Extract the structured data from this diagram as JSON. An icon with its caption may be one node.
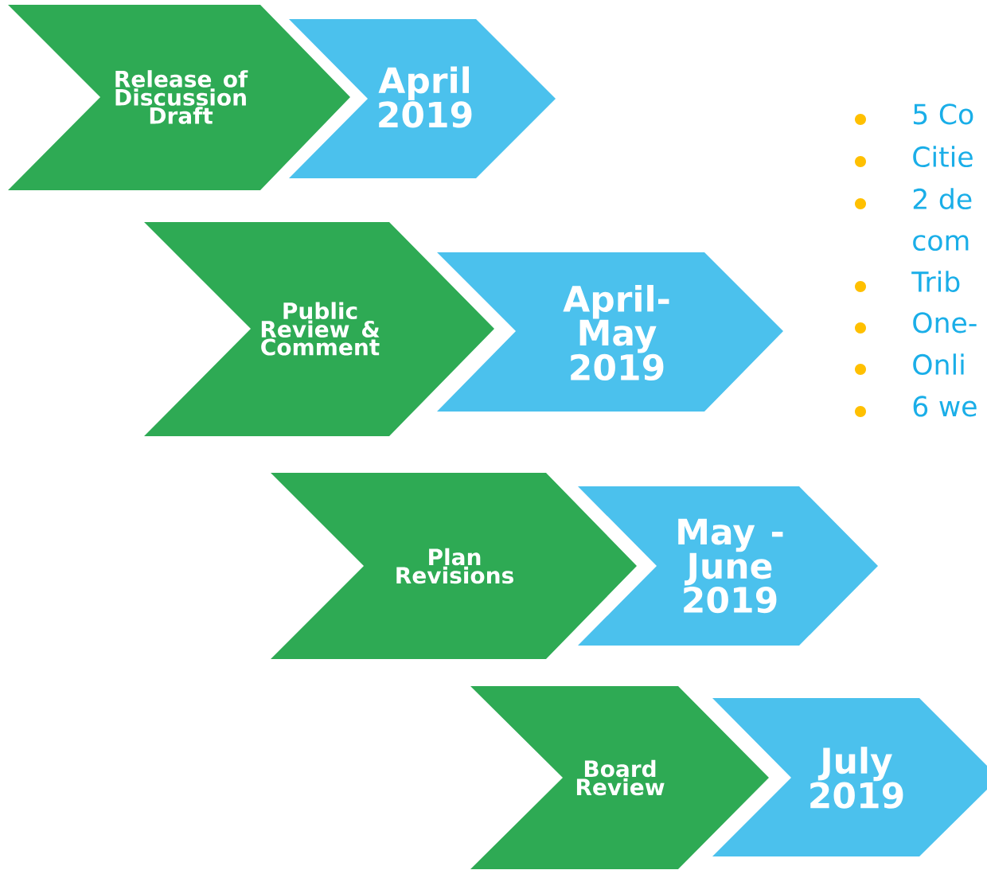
{
  "diagram": {
    "nodes": [
      {
        "text": [
          "Release of Discussion Draft"
        ]
      },
      {
        "text": [
          "April 2019"
        ]
      },
      {
        "text": [
          "Public Review & Comment"
        ]
      },
      {
        "text": [
          "April- May 2019"
        ]
      },
      {
        "text": [
          "Plan Revisions"
        ]
      },
      {
        "text": [
          "May - June 2019"
        ]
      },
      {
        "text": [
          "Board Review"
        ]
      },
      {
        "text": [
          "July 2019"
        ]
      }
    ],
    "labels": [
      "5 Co",
      "Citie",
      "2 de com",
      "Trib",
      "One-",
      "Onli",
      "6 we"
    ]
  }
}
